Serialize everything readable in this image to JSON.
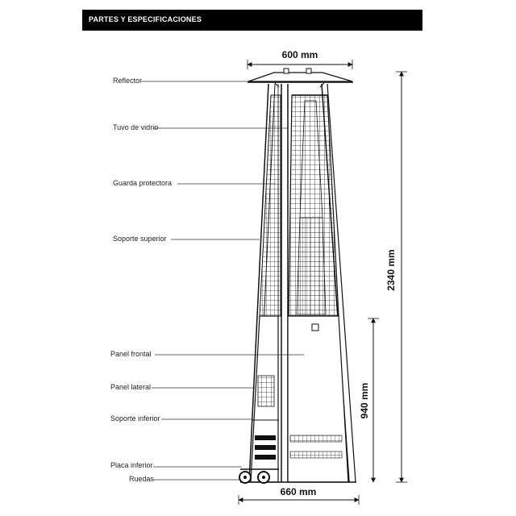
{
  "header": {
    "title": "PARTES Y ESPECIFICACIONES"
  },
  "parts": [
    {
      "label": "Reflector"
    },
    {
      "label": "Tuvo de vidrio"
    },
    {
      "label": "Guarda protectora"
    },
    {
      "label": "Soporte superior"
    },
    {
      "label": "Panel frontal"
    },
    {
      "label": "Panel lateral"
    },
    {
      "label": "Soporte inferior"
    },
    {
      "label": "Placa inferior"
    },
    {
      "label": "Ruedas"
    }
  ],
  "dimensions": {
    "top_width": "600 mm",
    "base_width": "660 mm",
    "total_height": "2340 mm",
    "lower_height": "940 mm"
  }
}
